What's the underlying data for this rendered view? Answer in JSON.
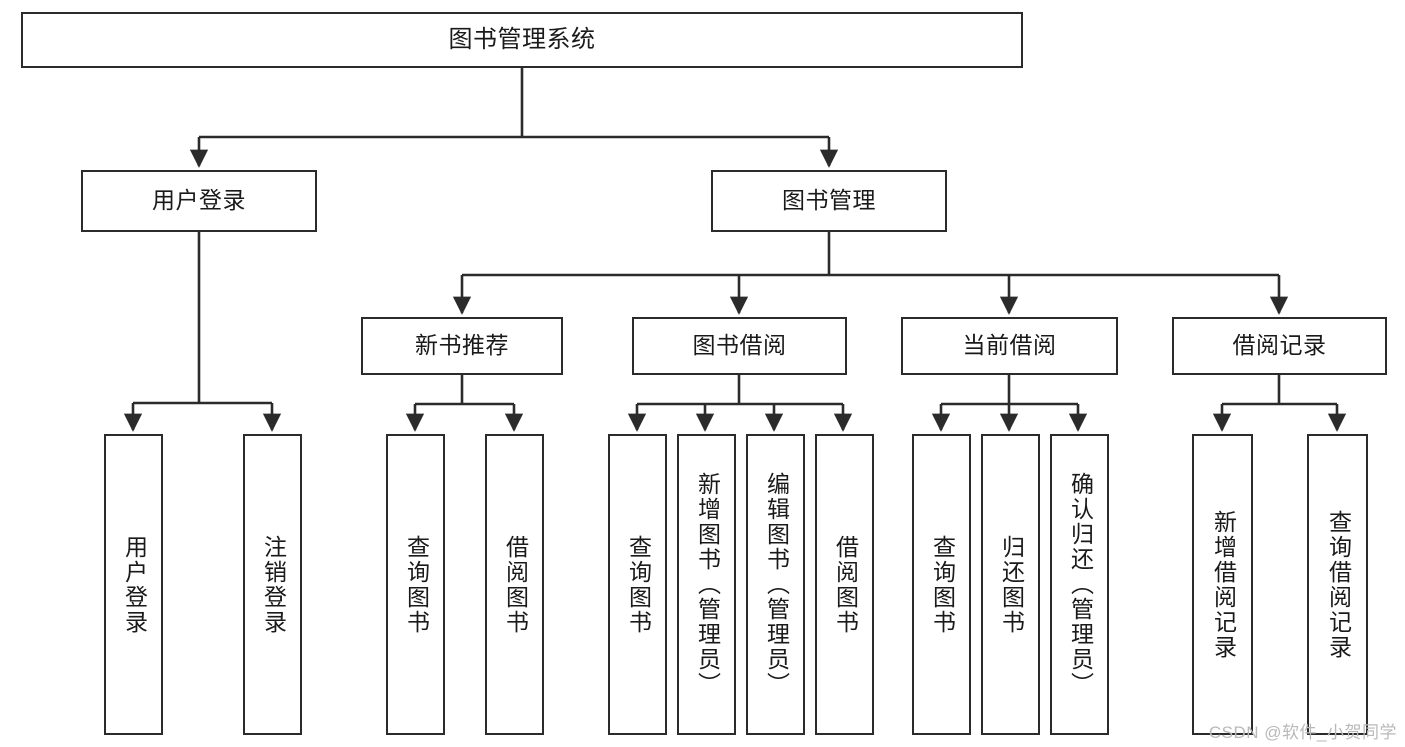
{
  "diagram": {
    "title": "图书管理系统",
    "type": "tree-hierarchy",
    "watermark": "CSDN @软件_小贺同学",
    "colors": {
      "box_border": "#2b2b2b",
      "box_fill": "#ffffff",
      "edge": "#2b2b2b",
      "text": "#1a1a1a",
      "watermark": "#b9b9b9",
      "background": "#ffffff"
    },
    "levels": {
      "root": {
        "label": "图书管理系统"
      },
      "level2": [
        {
          "label": "用户登录"
        },
        {
          "label": "图书管理"
        }
      ],
      "level3": [
        {
          "label": "新书推荐"
        },
        {
          "label": "图书借阅"
        },
        {
          "label": "当前借阅"
        },
        {
          "label": "借阅记录"
        }
      ],
      "leaves": [
        {
          "label": "用户登录",
          "parent": "用户登录"
        },
        {
          "label": "注销登录",
          "parent": "用户登录"
        },
        {
          "label": "查询图书",
          "parent": "新书推荐"
        },
        {
          "label": "借阅图书",
          "parent": "新书推荐"
        },
        {
          "label": "查询图书",
          "parent": "图书借阅"
        },
        {
          "label": "新增图书（管理员）",
          "parent": "图书借阅"
        },
        {
          "label": "编辑图书（管理员）",
          "parent": "图书借阅"
        },
        {
          "label": "借阅图书",
          "parent": "图书借阅"
        },
        {
          "label": "查询图书",
          "parent": "当前借阅"
        },
        {
          "label": "归还图书",
          "parent": "当前借阅"
        },
        {
          "label": "确认归还（管理员）",
          "parent": "当前借阅"
        },
        {
          "label": "新增借阅记录",
          "parent": "借阅记录"
        },
        {
          "label": "查询借阅记录",
          "parent": "借阅记录"
        }
      ]
    }
  }
}
